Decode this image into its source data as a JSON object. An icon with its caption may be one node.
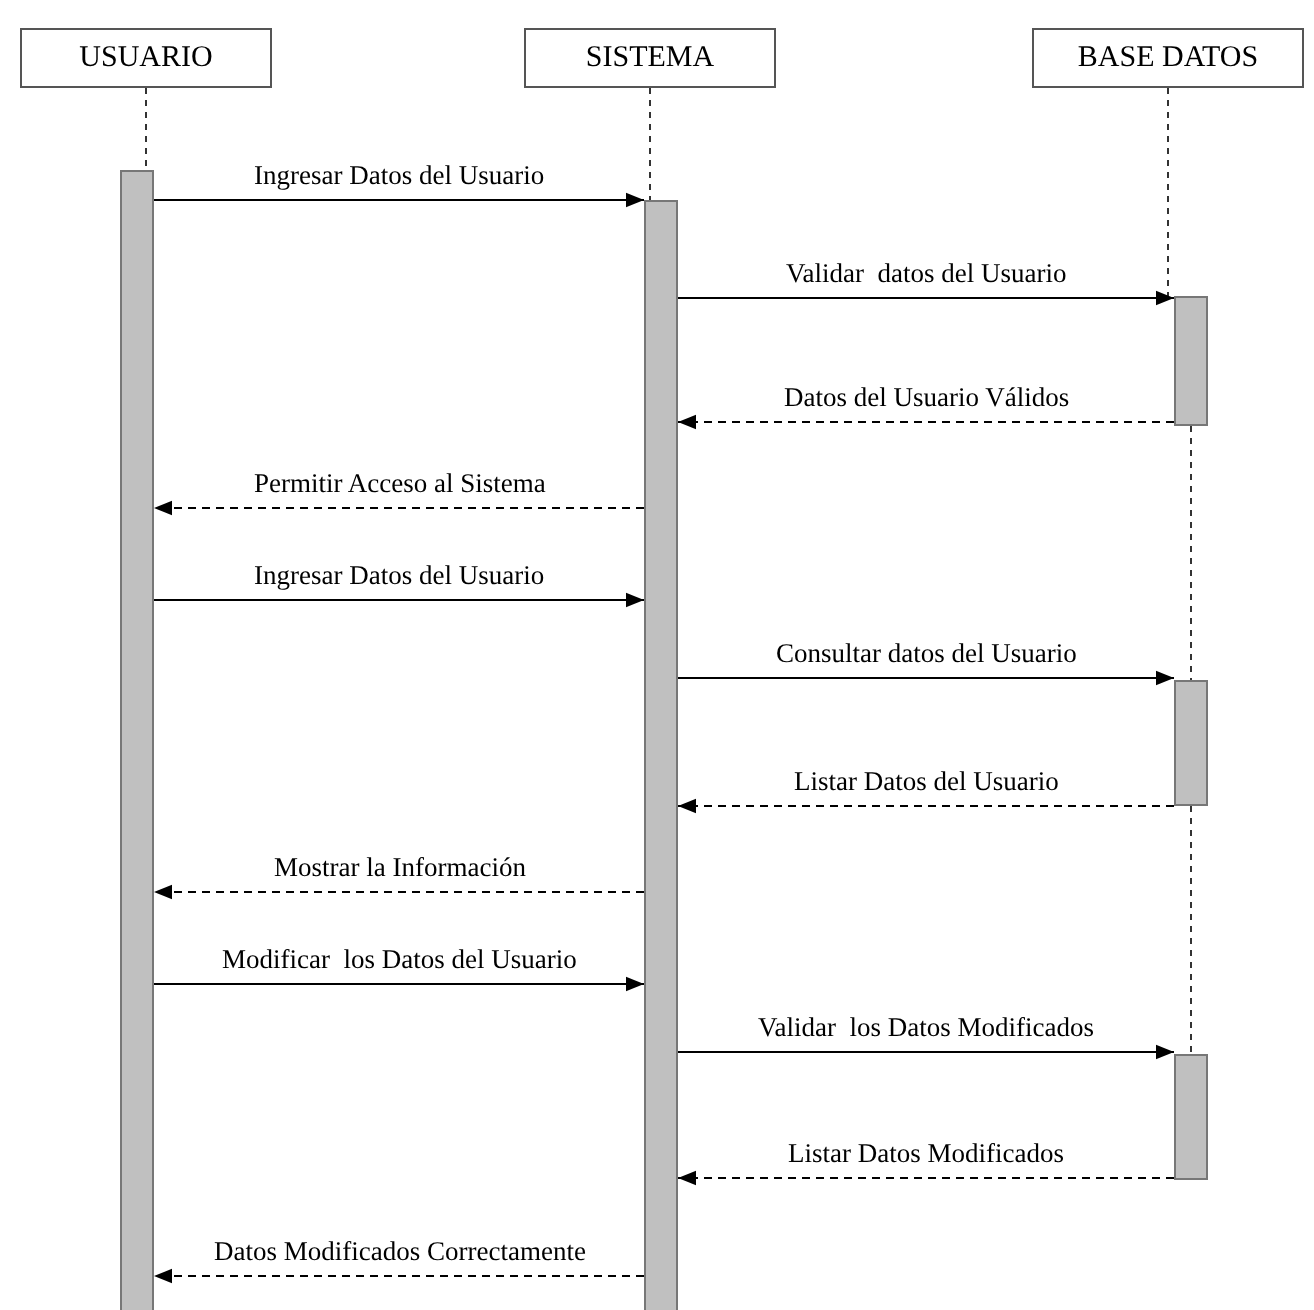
{
  "diagram": {
    "nodes": [
      {
        "text": [
          "USUARIO"
        ]
      },
      {
        "text": [
          "SISTEMA"
        ]
      },
      {
        "text": [
          "BASE DATOS"
        ]
      },
      {
        "text": [],
        "shape": "bar"
      },
      {
        "text": [],
        "shape": "bar"
      },
      {
        "text": [],
        "shape": "bar"
      },
      {
        "text": [],
        "shape": "bar"
      },
      {
        "text": [],
        "shape": "bar"
      }
    ],
    "edges": [
      {
        "from": 0,
        "to": 3,
        "arrow": "none",
        "style": "dashed"
      },
      {
        "from": 1,
        "to": 4,
        "arrow": "none",
        "style": "dashed"
      },
      {
        "from": 2,
        "to": 5,
        "arrow": "none",
        "style": "dashed"
      },
      {
        "from": 5,
        "to": 6,
        "arrow": "none",
        "style": "dashed"
      },
      {
        "from": 6,
        "to": 7,
        "arrow": "none",
        "style": "dashed"
      },
      {
        "from": 3,
        "to": 4,
        "arrow": "to",
        "label": "Ingresar Datos del Usuario"
      },
      {
        "from": 4,
        "to": 5,
        "arrow": "to",
        "label": "Validar  datos del Usuario"
      },
      {
        "from": 5,
        "to": 4,
        "arrow": "to",
        "label": "Datos del Usuario Válidos",
        "style": "dashed"
      },
      {
        "from": 4,
        "to": 3,
        "arrow": "to",
        "label": "Permitir Acceso al Sistema",
        "style": "dashed"
      },
      {
        "from": 3,
        "to": 4,
        "arrow": "to",
        "label": "Ingresar Datos del Usuario"
      },
      {
        "from": 4,
        "to": 6,
        "arrow": "to",
        "label": "Consultar datos del Usuario"
      },
      {
        "from": 6,
        "to": 4,
        "arrow": "to",
        "label": "Listar Datos del Usuario",
        "style": "dashed"
      },
      {
        "from": 4,
        "to": 3,
        "arrow": "to",
        "label": "Mostrar la Información",
        "style": "dashed"
      },
      {
        "from": 3,
        "to": 4,
        "arrow": "to",
        "label": "Modificar  los Datos del Usuario"
      },
      {
        "from": 4,
        "to": 7,
        "arrow": "to",
        "label": "Validar  los Datos Modificados"
      },
      {
        "from": 7,
        "to": 4,
        "arrow": "to",
        "label": "Listar Datos Modificados",
        "style": "dashed"
      },
      {
        "from": 4,
        "to": 3,
        "arrow": "to",
        "label": "Datos Modificados Correctamente",
        "style": "dashed"
      }
    ]
  }
}
